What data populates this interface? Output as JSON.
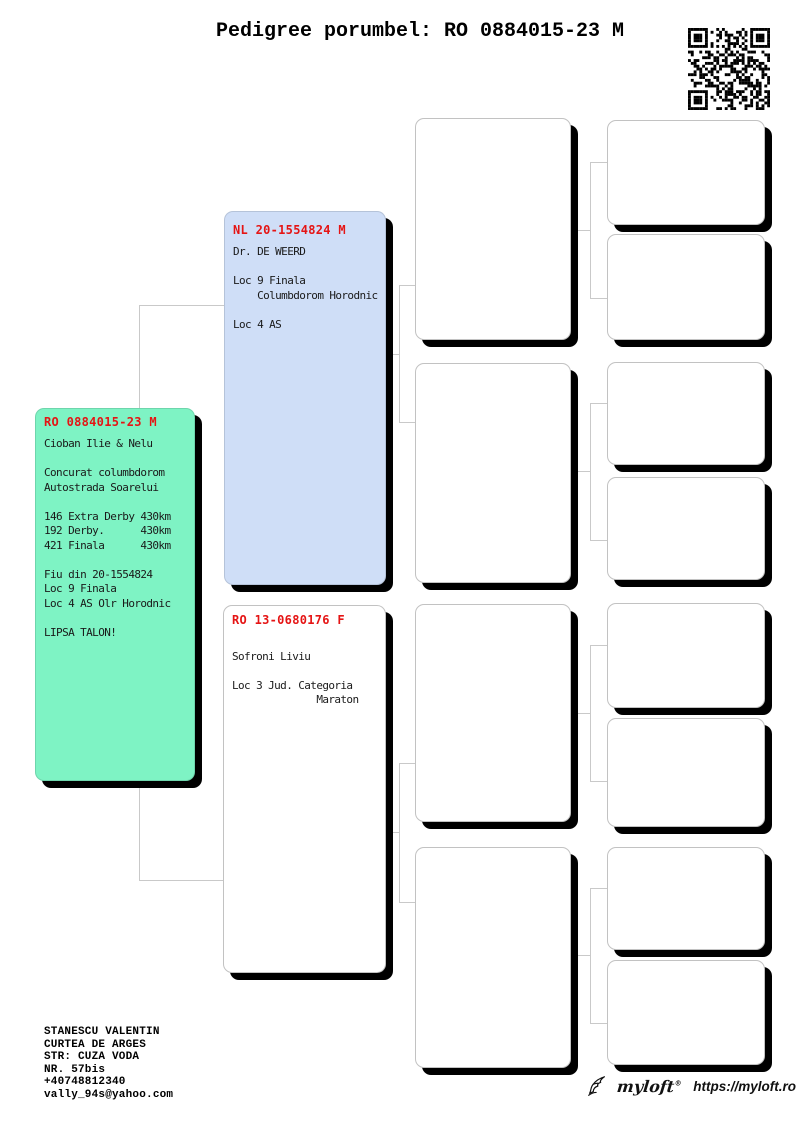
{
  "page": {
    "title": "Pedigree porumbel: RO 0884015-23 M"
  },
  "boxes": {
    "subject": {
      "ring": "RO 0884015-23 M",
      "details": [
        "Cioban Ilie & Nelu",
        "",
        "Concurat columbdorom",
        "Autostrada Soarelui",
        "",
        "146 Extra Derby 430km",
        "192 Derby.      430km",
        "421 Finala      430km",
        "",
        "Fiu din 20-1554824",
        "Loc 9 Finala",
        "Loc 4 AS Olr Horodnic",
        "",
        "LIPSA TALON!"
      ]
    },
    "sire": {
      "ring": "NL 20-1554824 M",
      "details": [
        "Dr. DE WEERD",
        "",
        "Loc 9 Finala",
        "    Columbdorom Horodnic",
        "",
        "Loc 4 AS"
      ]
    },
    "dam": {
      "ring": "RO 13-0680176 F",
      "details": [
        "",
        "Sofroni Liviu",
        "",
        "Loc 3 Jud. Categoria",
        "              Maraton"
      ]
    }
  },
  "owner": {
    "lines": [
      "STANESCU VALENTIN",
      "CURTEA DE ARGES",
      "STR: CUZA VODA",
      "NR. 57bis",
      "+40748812340",
      "vally_94s@yahoo.com"
    ]
  },
  "footer": {
    "brand": "myloft",
    "brand_mark": "®",
    "url": "https://myloft.ro"
  },
  "icons": {
    "qr": "qr-code",
    "bird": "bird-logo-icon"
  },
  "colors": {
    "subject_bg": "#7ef3c4",
    "sire_bg": "#cfdef7",
    "dam_bg": "#ffffff",
    "ring_red": "#e51414",
    "connector": "#c9c9c9",
    "shadow": "#000000"
  }
}
